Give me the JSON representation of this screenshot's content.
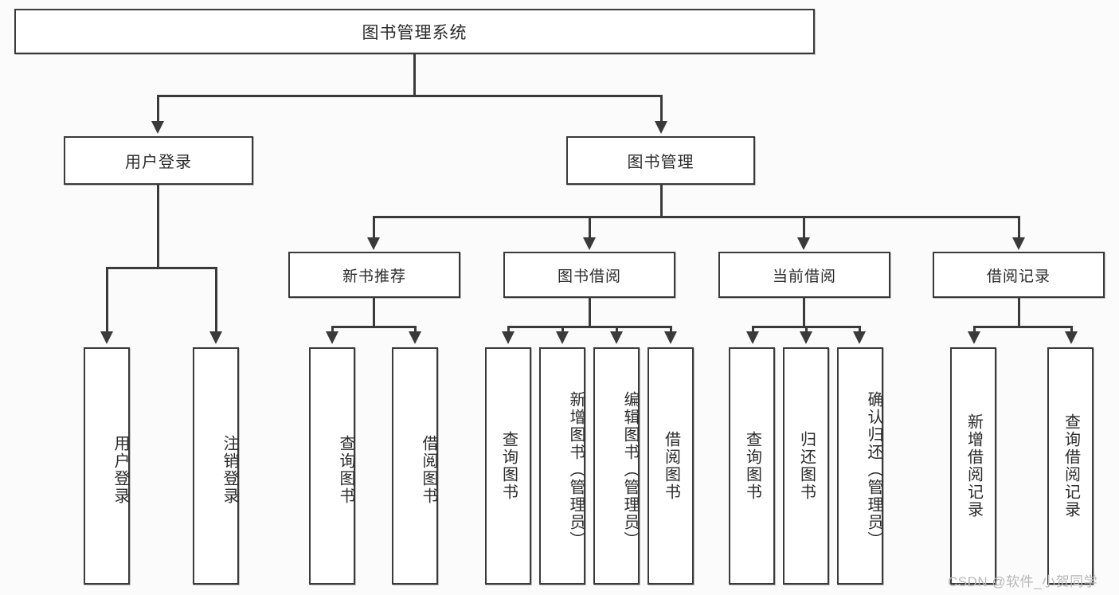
{
  "diagram": {
    "title": "图书管理系统",
    "type": "tree-hierarchy-diagram",
    "root": {
      "label": "图书管理系统"
    },
    "level1": [
      {
        "label": "用户登录"
      },
      {
        "label": "图书管理"
      }
    ],
    "level2": [
      {
        "label": "新书推荐"
      },
      {
        "label": "图书借阅"
      },
      {
        "label": "当前借阅"
      },
      {
        "label": "借阅记录"
      }
    ],
    "leaves": {
      "user_login": [
        {
          "label": "用户登录"
        },
        {
          "label": "注销登录"
        }
      ],
      "new_book_recommend": [
        {
          "label": "查询图书"
        },
        {
          "label": "借阅图书"
        }
      ],
      "book_borrow": [
        {
          "label": "查询图书"
        },
        {
          "label": "新增图书（管理员）"
        },
        {
          "label": "编辑图书（管理员）"
        },
        {
          "label": "借阅图书"
        }
      ],
      "current_borrow": [
        {
          "label": "查询图书"
        },
        {
          "label": "归还图书"
        },
        {
          "label": "确认归还（管理员）"
        }
      ],
      "borrow_record": [
        {
          "label": "新增借阅记录"
        },
        {
          "label": "查询借阅记录"
        }
      ]
    }
  },
  "watermark": {
    "text": "CSDN @软件_小贺同学"
  },
  "colors": {
    "stroke": "#3a3a3a",
    "text": "#2b2b2b",
    "background": "#fbfbfb",
    "box_fill": "#ffffff",
    "watermark": "#b7b7b7"
  }
}
